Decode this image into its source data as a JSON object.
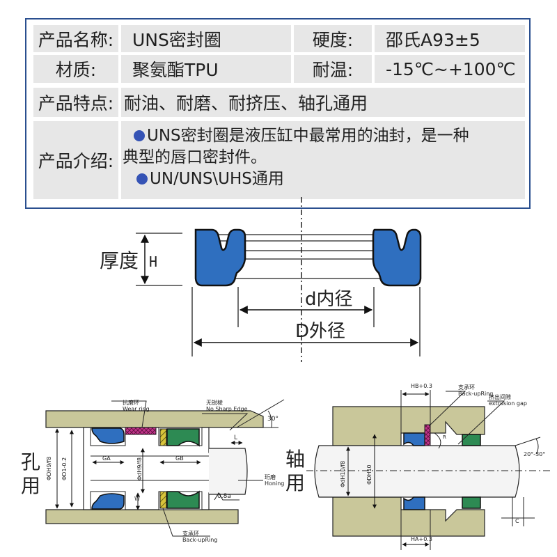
{
  "spec_table": {
    "name_label": "产品名称:",
    "name_value": "UNS密封圈",
    "hardness_label": "硬度:",
    "hardness_value": "邵氏A93±5",
    "material_label": "材质:",
    "material_value": "聚氨酯TPU",
    "temp_label": "耐温:",
    "temp_value": "-15℃~+100℃",
    "features_label": "产品特点:",
    "features_value": "耐油、耐磨、耐挤压、轴孔通用",
    "intro_label": "产品介绍:",
    "intro_line1": "UNS密封圈是液压缸中最常用的油封，是一种",
    "intro_line2": "典型的唇口密封件。",
    "intro_line3": "UN/UNS\\UHS通用"
  },
  "dimension_diagram": {
    "thickness_label": "厚度",
    "thickness_symbol": "H",
    "inner_label": "d内径",
    "outer_label": "D外径"
  },
  "bore_diagram": {
    "side_label_1": "孔",
    "side_label_2": "用",
    "wear_ring_cn": "抗磨环",
    "wear_ring_en": "Wear ring",
    "no_sharp_cn": "无锐棱",
    "no_sharp_en": "No Sharp Edge",
    "angle": "30°",
    "l_label": "L",
    "ga_label": "GA",
    "gb_label": "GB",
    "w_label": "W",
    "dia_bore": "ΦDH9/f8",
    "dia_d1": "ΦD1-0.2",
    "dia_dh9f8": "ΦdH9/f8",
    "honing_cn": "珩磨",
    "honing_en": "Honing",
    "roughness": "0.8a",
    "backup_cn": "支承环",
    "backup_en": "Back-upRing"
  },
  "rod_diagram": {
    "side_label_1": "轴",
    "side_label_2": "用",
    "hb_label": "HB+0.3",
    "backup_cn": "支承环",
    "backup_en": "Back-upRing",
    "gap_cn": "挤出间隙",
    "gap_en": "extrusion gap",
    "r_label": "R",
    "angle": "20°-30°",
    "dia_h10f8": "ΦdH10/f8",
    "dia_dh10": "ΦDH10",
    "c_label": "C",
    "ha_label": "HA+0.3"
  },
  "colors": {
    "seal_blue": "#2f6fbf",
    "backup_pink": "#c0348a",
    "wear_yellow": "#d8c43a",
    "seal_green": "#2d8a53",
    "metal_olive": "#c9c79a",
    "frame_blue": "#2a4f8f"
  }
}
